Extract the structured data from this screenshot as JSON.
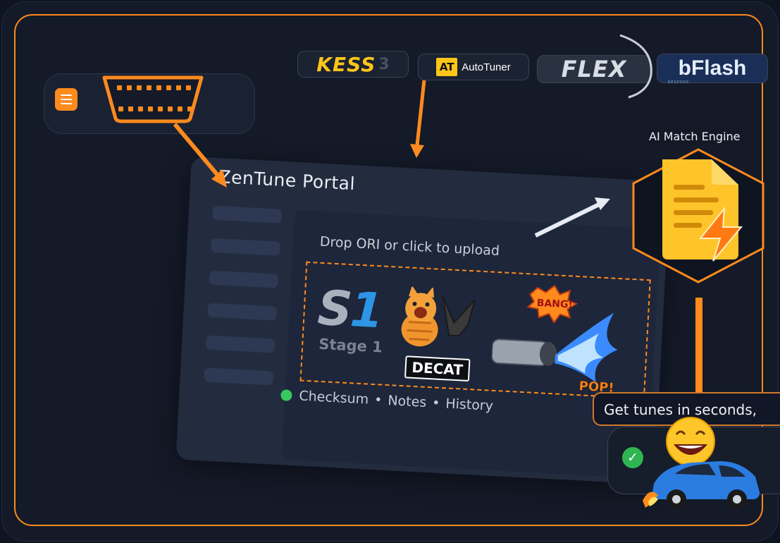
{
  "header": {
    "brands": [
      {
        "name": "kess3-logo",
        "label": "KESS",
        "suffix": "3"
      },
      {
        "name": "autotuner-logo",
        "badge": "AT",
        "label": "AutoTuner"
      },
      {
        "name": "flex-logo",
        "label": "FLEX"
      },
      {
        "name": "bflash-logo",
        "label": "bFlash",
        "sub": "BESPOKE"
      }
    ]
  },
  "portal": {
    "title": "ZenTune Portal",
    "drop_label": "Drop ORI or click to upload",
    "stage_badge": "S1",
    "stage_label": "Stage 1",
    "decat_label": "DECAT",
    "bang_label": "BANG!",
    "pop_label": "POP!",
    "footer": {
      "checksum": "Checksum",
      "notes": "Notes",
      "history": "History",
      "separator": "•"
    }
  },
  "ai": {
    "label": "AI Match Engine"
  },
  "tooltip": {
    "text": "Get tunes in seconds,"
  },
  "colors": {
    "accent": "#ff8a1e",
    "background": "#0f1421",
    "success": "#37c95e",
    "card": "#222c3e"
  }
}
